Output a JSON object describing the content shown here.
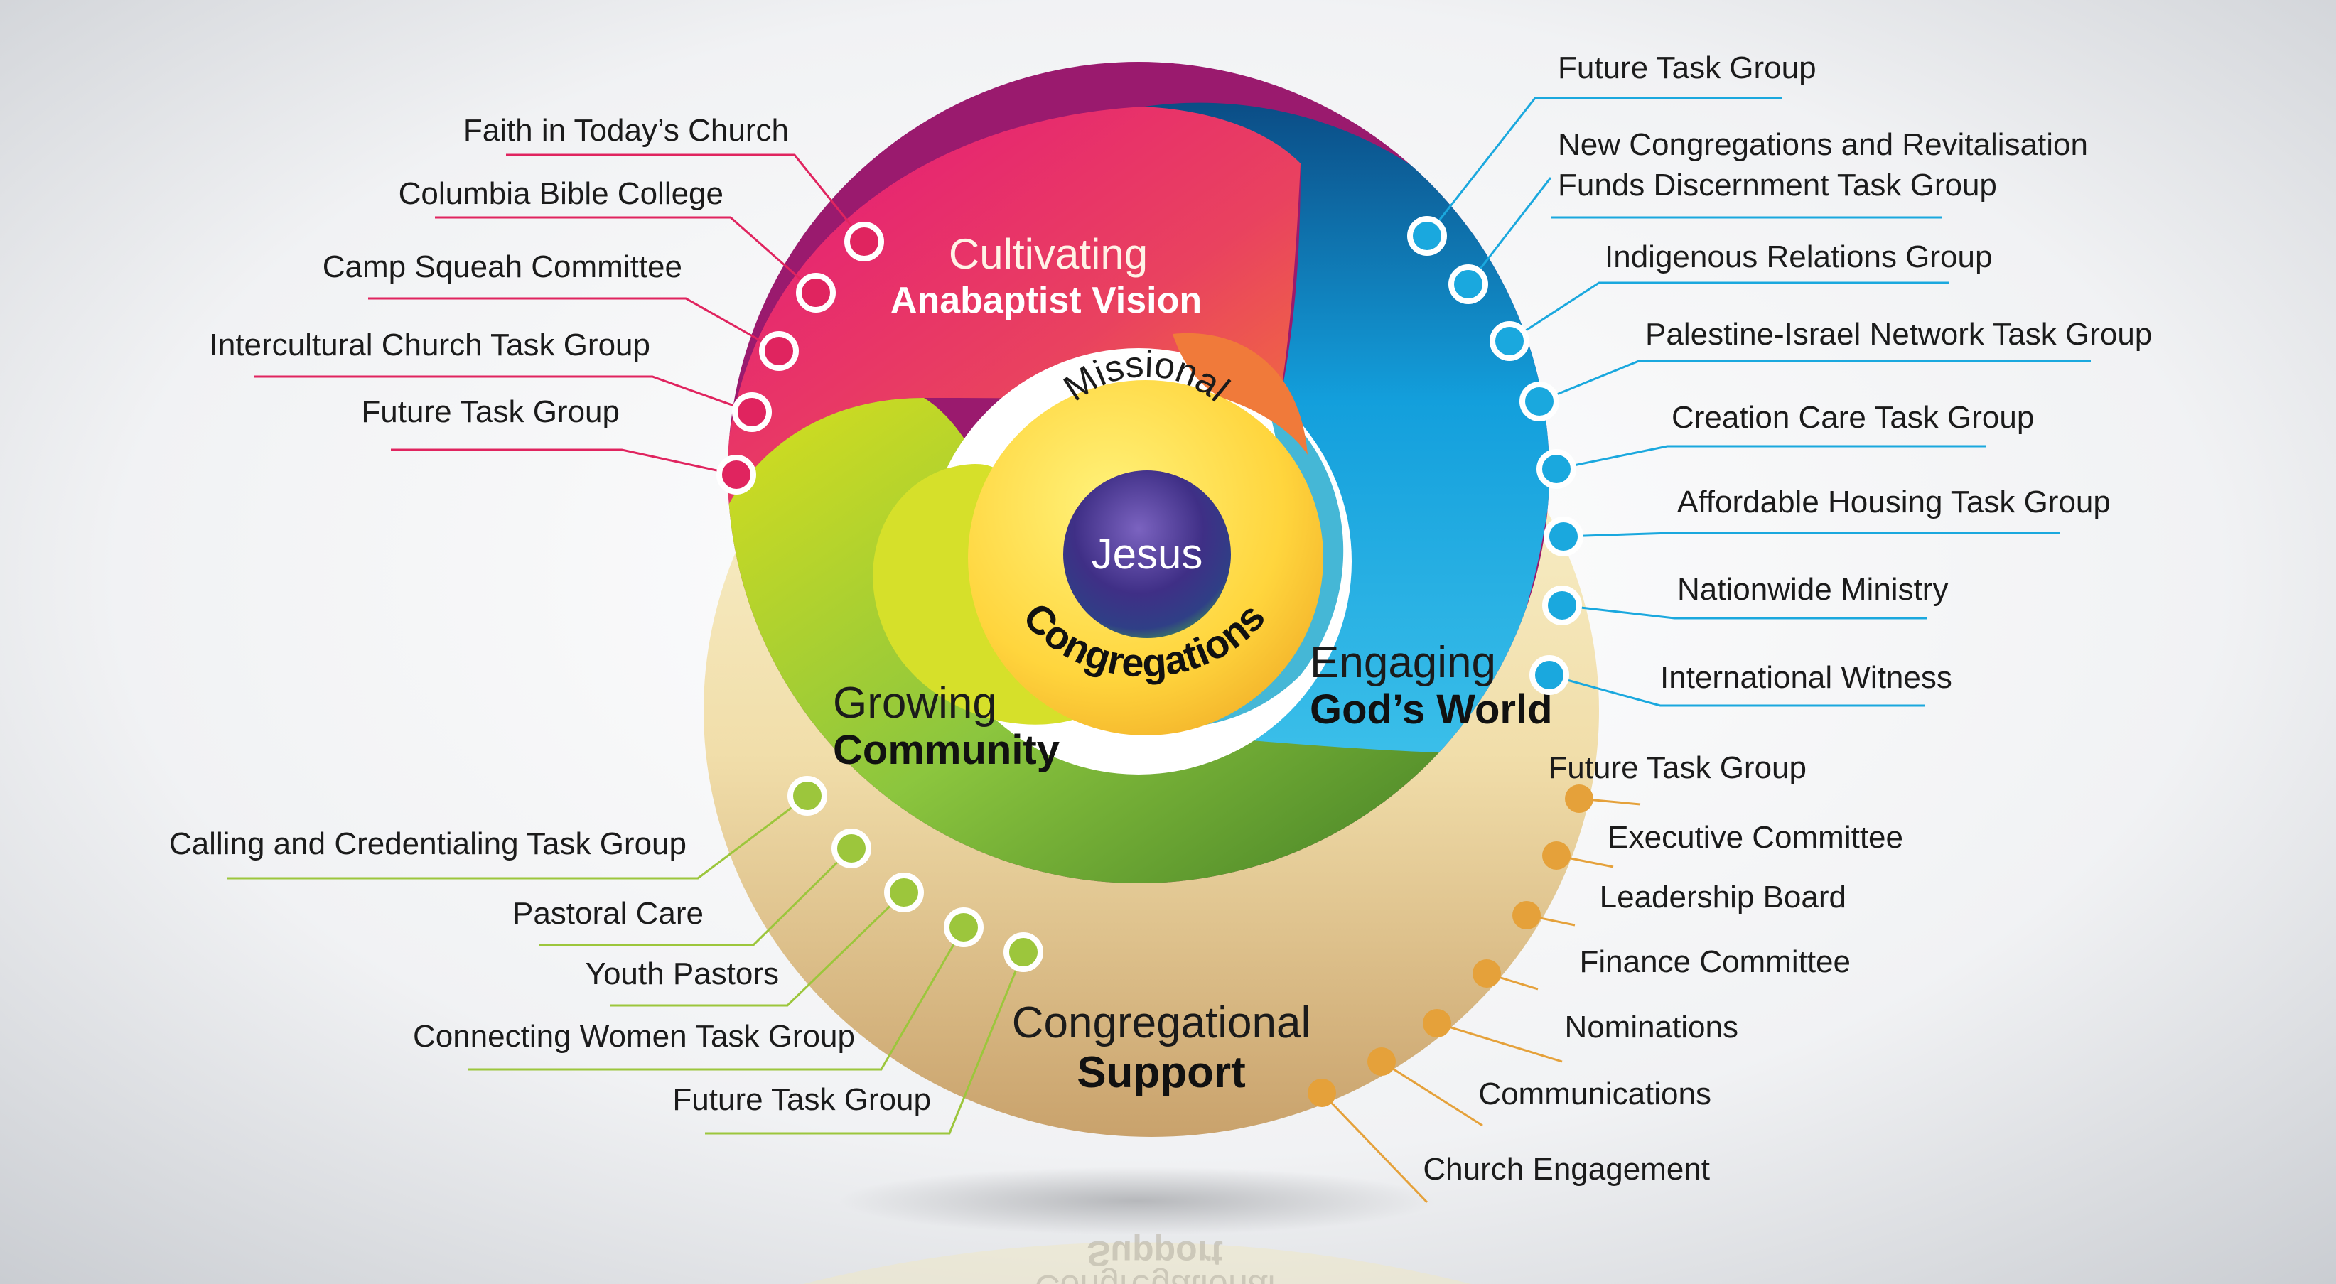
{
  "center": {
    "label": "Jesus",
    "ring_top": "Missional",
    "ring_bottom": "Congregations"
  },
  "sectors": {
    "cultivating": {
      "line1": "Cultivating",
      "line2": "Anabaptist Vision",
      "color": "#e83e62"
    },
    "engaging": {
      "line1": "Engaging",
      "line2": "God’s World",
      "color": "#1aa5e0"
    },
    "growing": {
      "line1": "Growing",
      "line2": "Community",
      "color": "#8fc43a"
    },
    "support": {
      "line1": "Congregational",
      "line2": "Support",
      "color": "#e2a040"
    }
  },
  "reflection": {
    "line1": "Congregational",
    "line2": "Support"
  },
  "groups": {
    "red": {
      "color": "#e0245f",
      "items": [
        "Faith in Today’s Church",
        "Columbia Bible College",
        "Camp Squeah Committee",
        "Intercultural Church Task Group",
        "Future Task Group"
      ]
    },
    "blue": {
      "color": "#1aa8de",
      "items": [
        "Future Task Group",
        "New Congregations and Revitalisation",
        "Funds Discernment Task Group",
        "Indigenous Relations Group",
        "Palestine-Israel Network Task Group",
        "Creation Care Task Group",
        "Affordable Housing Task Group",
        "Nationwide Ministry",
        "International Witness"
      ]
    },
    "green": {
      "color": "#9cc63c",
      "items": [
        "Calling and Credentialing Task Group",
        "Pastoral Care",
        "Youth Pastors",
        "Connecting Women Task Group",
        "Future Task Group"
      ]
    },
    "orange": {
      "color": "#e5a13a",
      "items": [
        "Future Task Group",
        "Executive Committee",
        "Leadership Board",
        "Finance Committee",
        "Nominations",
        "Communications",
        "Church Engagement"
      ]
    }
  }
}
